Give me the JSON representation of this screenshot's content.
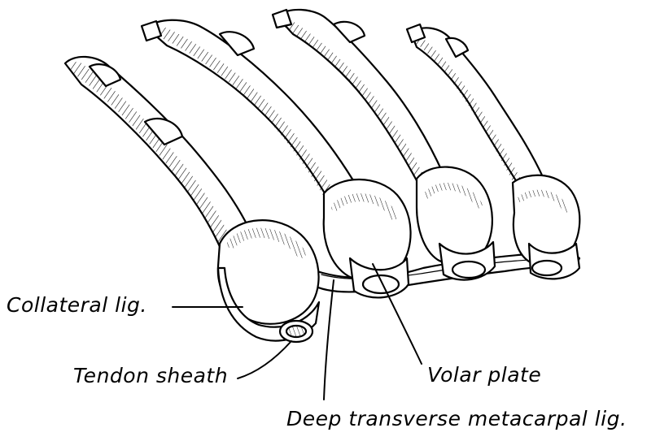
{
  "labels": {
    "collateral": "Collateral lig.",
    "tendon_sheath": "Tendon sheath",
    "volar_plate": "Volar plate",
    "deep_transverse": "Deep transverse metacarpal lig."
  },
  "colors": {
    "ink": "#000000",
    "paper": "#ffffff",
    "bone_fill": "#ffffff"
  }
}
